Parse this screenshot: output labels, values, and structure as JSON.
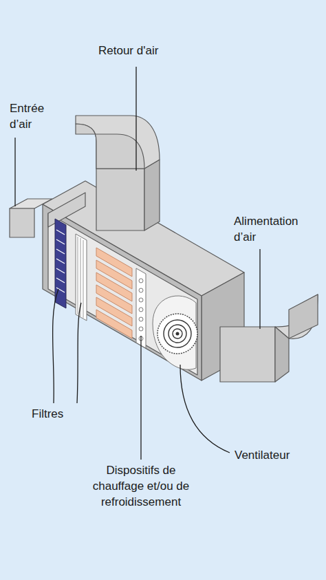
{
  "diagram": {
    "labels": [
      "Retour d'air",
      "Entrée d’air",
      "Alimentation d’air",
      "Filtres",
      "Ventilateur",
      "Dispositifs de chauffage et/ou de refroidissement"
    ]
  }
}
